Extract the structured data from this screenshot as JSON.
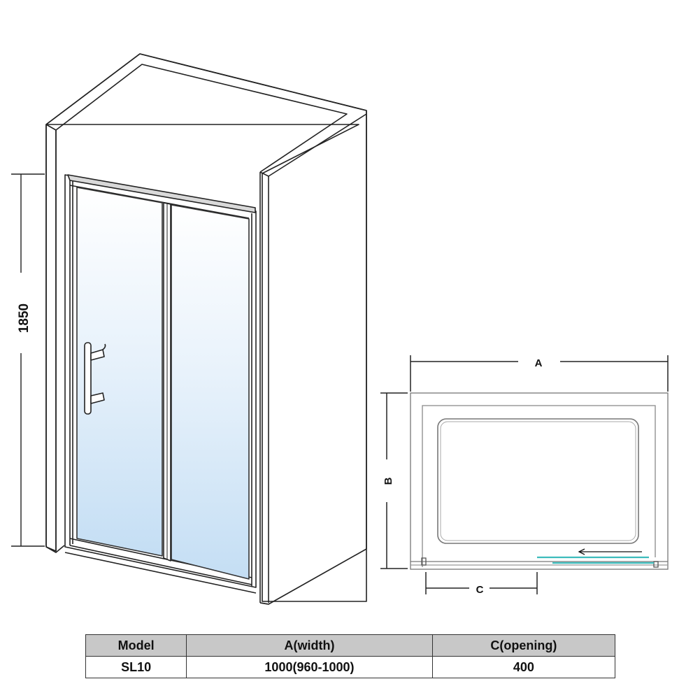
{
  "front_view": {
    "height_dimension_label": "1850"
  },
  "plan_view": {
    "width_label": "A",
    "depth_label": "B",
    "opening_label": "C"
  },
  "colors": {
    "glass_top": "#ffffff",
    "glass_bottom": "#c8e1f5",
    "line": "#222222",
    "header_bg": "#c8c8c8",
    "glass_plan": "#3cbcbc"
  },
  "spec_table": {
    "headers": [
      "Model",
      "A(width)",
      "C(opening)"
    ],
    "rows": [
      [
        "SL10",
        "1000(960-1000)",
        "400"
      ]
    ]
  }
}
